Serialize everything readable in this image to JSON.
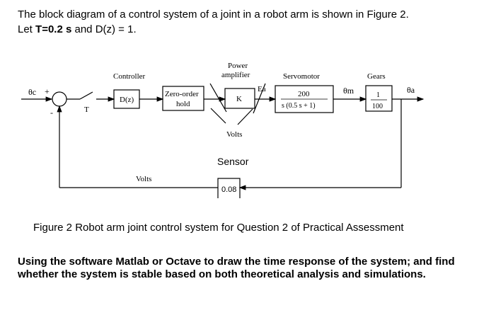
{
  "intro": {
    "line1": "The block diagram of a control system of a joint in a robot arm is shown in Figure 2.",
    "line2_prefix": "Let ",
    "line2_bold": "T=0.2 s",
    "line2_suffix": " and D(z) = 1."
  },
  "diagram": {
    "input_symbol": "θc",
    "plus_sign": "+",
    "minus_sign": "-",
    "sampler_label": "T",
    "controller_label": "Controller",
    "controller_block": "D(z)",
    "zoh_line1": "Zero-order",
    "zoh_line2": "hold",
    "amp_label_line1": "Power",
    "amp_label_line2": "amplifier",
    "amp_block": "K",
    "ea_label": "Ea",
    "volts_amp": "Volts",
    "servo_label": "Servomotor",
    "servo_num": "200",
    "servo_den": "s (0.5 s + 1)",
    "theta_m": "θm",
    "gears_label": "Gears",
    "gears_num": "1",
    "gears_den": "100",
    "output_symbol": "θa",
    "sensor_label": "Sensor",
    "sensor_gain": "0.08",
    "volts_feedback": "Volts"
  },
  "caption": "Figure 2 Robot arm joint control system for Question 2 of Practical Assessment",
  "question": " Using the software Matlab or Octave to draw the time response of the system; and find whether the system is stable based on both theoretical analysis and simulations."
}
